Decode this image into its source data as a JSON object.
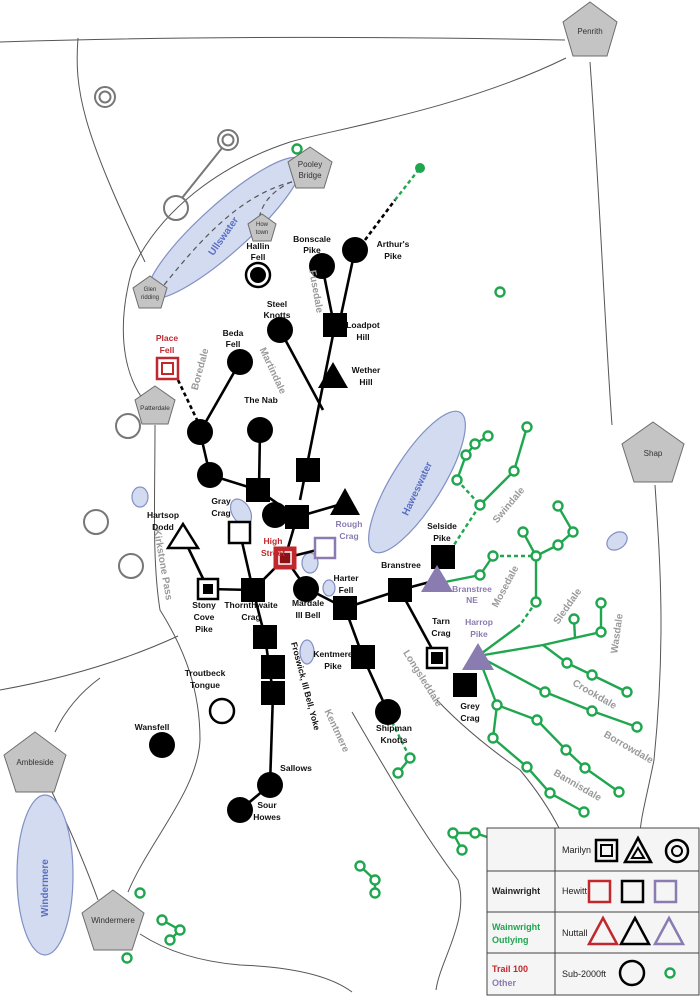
{
  "towns": {
    "penrith": "Penrith",
    "pooley": [
      "Pooley",
      "Bridge"
    ],
    "howtown": [
      "How",
      "town"
    ],
    "glenridding": [
      "Glen",
      "ridding"
    ],
    "patterdale": "Patterdale",
    "shap": "Shap",
    "ambleside": "Ambleside",
    "windermere": "Windermere"
  },
  "lakes": {
    "ullswater": "Ullswater",
    "haweswater": "Haweswater",
    "windermere": "Windermere"
  },
  "fells": {
    "hallin": [
      "Hallin",
      "Fell"
    ],
    "bonscale": [
      "Bonscale",
      "Pike"
    ],
    "arthurs": [
      "Arthur's",
      "Pike"
    ],
    "steel": [
      "Steel",
      "Knotts"
    ],
    "loadpot": [
      "Loadpot",
      "Hill"
    ],
    "place": [
      "Place",
      "Fell"
    ],
    "beda": [
      "Beda",
      "Fell"
    ],
    "wether": [
      "Wether",
      "Hill"
    ],
    "nab": "The Nab",
    "gray": [
      "Gray",
      "Crag"
    ],
    "hartsop": [
      "Hartsop",
      "Dodd"
    ],
    "rough": [
      "Rough",
      "Crag"
    ],
    "high": [
      "High",
      "Street"
    ],
    "selside": [
      "Selside",
      "Pike"
    ],
    "branstree": "Branstree",
    "branstreene": [
      "Branstree",
      "NE"
    ],
    "harter": [
      "Harter",
      "Fell"
    ],
    "stony": [
      "Stony",
      "Cove",
      "Pike"
    ],
    "thornthwaite": [
      "Thornthwaite",
      "Crag"
    ],
    "mardale": [
      "Mardale",
      "Ill Bell"
    ],
    "tarn": [
      "Tarn",
      "Crag"
    ],
    "harrop": [
      "Harrop",
      "Pike"
    ],
    "kentmere": [
      "Kentmere",
      "Pike"
    ],
    "troutbeck": [
      "Troutbeck",
      "Tongue"
    ],
    "grey": [
      "Grey",
      "Crag"
    ],
    "shipman": [
      "Shipman",
      "Knotts"
    ],
    "wansfell": "Wansfell",
    "sallows": "Sallows",
    "sour": [
      "Sour",
      "Howes"
    ],
    "froswick": "Froswick, Ill Bell, Yoke"
  },
  "valleys": {
    "boredale": "Boredale",
    "martindale": "Martindale",
    "fusedale": "Fusedale",
    "kirkstone": "Kirkstone Pass",
    "kentmere": "Kentmere",
    "longsleddale": "Longsleddale",
    "swindale": "Swindale",
    "mosedale": "Mosedale",
    "sleddale": "Sleddale",
    "wasdale": "Wasdale",
    "crookdale": "Crookdale",
    "borrowdale": "Borrowdale",
    "bannisdale": "Bannisdale"
  },
  "legend": {
    "marilyn": "Marilyn",
    "hewitt": "Hewitt",
    "nuttall": "Nuttall",
    "sub2000": "Sub-2000ft",
    "wainwright": "Wainwright",
    "outlying": [
      "Wainwright",
      "Outlying"
    ],
    "trail100": "Trail 100",
    "other": "Other"
  },
  "colors": {
    "trail100": "#c0282e",
    "other": "#8a7bb0",
    "outlying": "#1fa64f",
    "lake": "#d3dbf1"
  }
}
